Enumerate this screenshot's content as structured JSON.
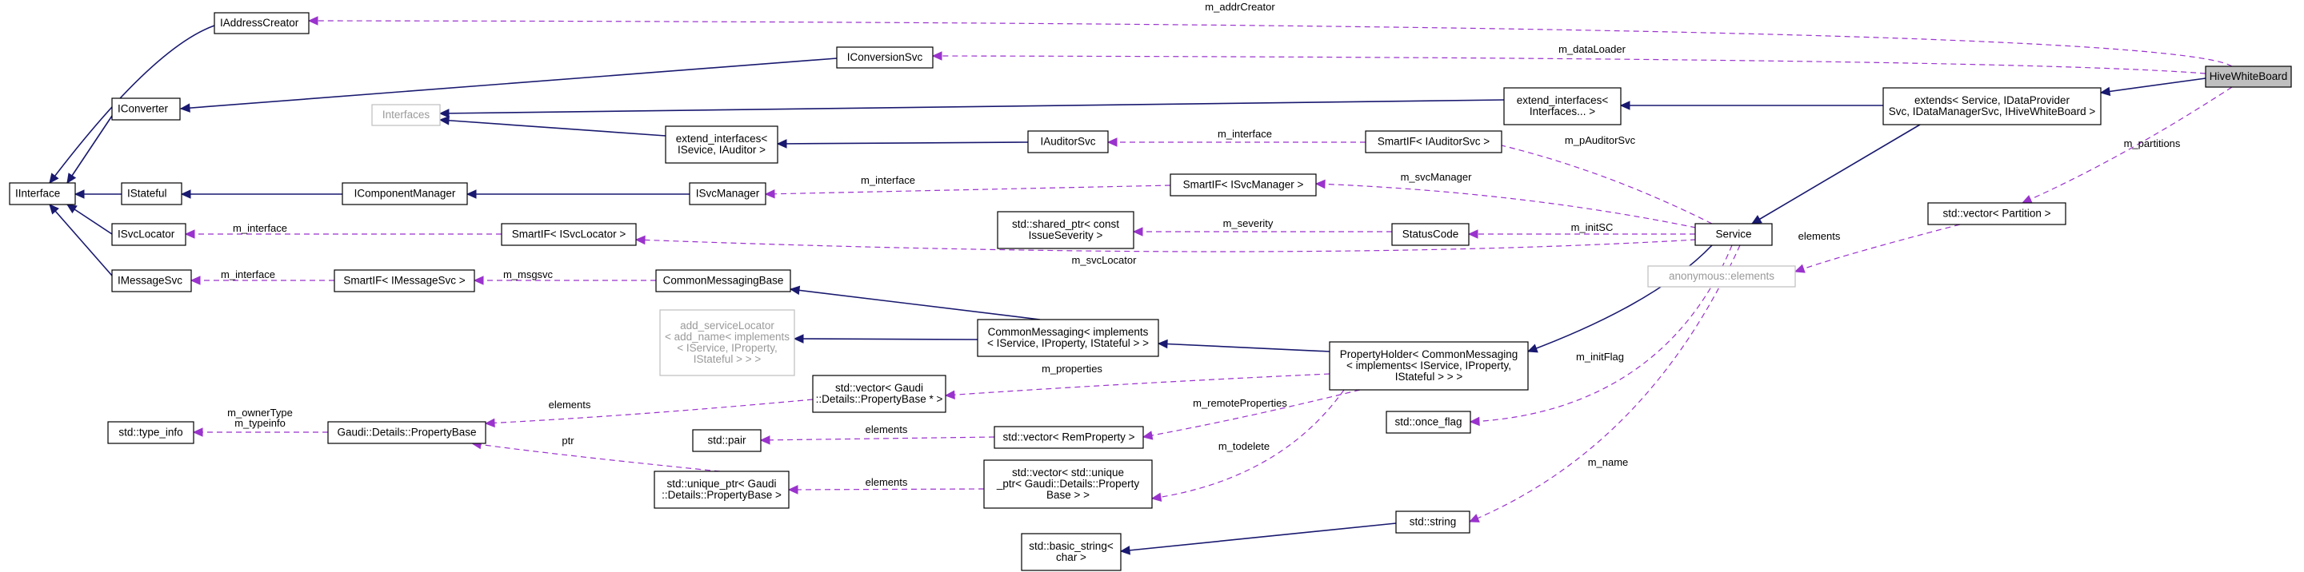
{
  "nodes": [
    {
      "id": "IAddressCreator",
      "lines": [
        "IAddressCreator"
      ]
    },
    {
      "id": "IConversionSvc",
      "lines": [
        "IConversionSvc"
      ]
    },
    {
      "id": "IConverter",
      "lines": [
        "IConverter"
      ]
    },
    {
      "id": "Interfaces",
      "lines": [
        "Interfaces"
      ],
      "style": "light"
    },
    {
      "id": "IInterface",
      "lines": [
        "IInterface"
      ]
    },
    {
      "id": "IStateful",
      "lines": [
        "IStateful"
      ]
    },
    {
      "id": "IComponentManager",
      "lines": [
        "IComponentManager"
      ]
    },
    {
      "id": "ISvcManager",
      "lines": [
        "ISvcManager"
      ]
    },
    {
      "id": "ISvcLocator",
      "lines": [
        "ISvcLocator"
      ]
    },
    {
      "id": "IMessageSvc",
      "lines": [
        "IMessageSvc"
      ]
    },
    {
      "id": "ext_IAuditor",
      "lines": [
        "extend_interfaces<",
        "ISevice, IAuditor >"
      ]
    },
    {
      "id": "IAuditorSvc",
      "lines": [
        "IAuditorSvc"
      ]
    },
    {
      "id": "SmartIF_IAuditorSvc",
      "lines": [
        "SmartIF< IAuditorSvc >"
      ]
    },
    {
      "id": "SmartIF_ISvcManager",
      "lines": [
        "SmartIF< ISvcManager >"
      ]
    },
    {
      "id": "SmartIF_ISvcLocator",
      "lines": [
        "SmartIF< ISvcLocator >"
      ]
    },
    {
      "id": "SmartIF_IMessageSvc",
      "lines": [
        "SmartIF< IMessageSvc >"
      ]
    },
    {
      "id": "CommonMessagingBase",
      "lines": [
        "CommonMessagingBase"
      ]
    },
    {
      "id": "shared_ptr_Issue",
      "lines": [
        "std::shared_ptr< const",
        "IssueSeverity >"
      ]
    },
    {
      "id": "StatusCode",
      "lines": [
        "StatusCode"
      ]
    },
    {
      "id": "ext_Interfaces",
      "lines": [
        "extend_interfaces<",
        "Interfaces... >"
      ]
    },
    {
      "id": "extends_Service",
      "lines": [
        "extends< Service, IDataProvider",
        "Svc, IDataManagerSvc, IHiveWhiteBoard >"
      ]
    },
    {
      "id": "HiveWhiteBoard",
      "lines": [
        "HiveWhiteBoard"
      ],
      "style": "focus"
    },
    {
      "id": "Service",
      "lines": [
        "Service"
      ]
    },
    {
      "id": "vector_Partition",
      "lines": [
        "std::vector< Partition >"
      ]
    },
    {
      "id": "anon_elements",
      "lines": [
        "anonymous::elements"
      ],
      "style": "light"
    },
    {
      "id": "add_serviceLocator",
      "lines": [
        "add_serviceLocator",
        "< add_name< implements",
        "< IService, IProperty,",
        "IStateful > > >"
      ],
      "style": "light"
    },
    {
      "id": "CommonMessaging",
      "lines": [
        "CommonMessaging< implements",
        "< IService, IProperty, IStateful > >"
      ]
    },
    {
      "id": "PropertyHolder",
      "lines": [
        "PropertyHolder< CommonMessaging",
        "< implements< IService, IProperty,",
        "IStateful > > >"
      ]
    },
    {
      "id": "vector_PropertyBase",
      "lines": [
        "std::vector< Gaudi",
        "::Details::PropertyBase * >"
      ]
    },
    {
      "id": "type_info",
      "lines": [
        "std::type_info"
      ]
    },
    {
      "id": "PropertyBase",
      "lines": [
        "Gaudi::Details::PropertyBase"
      ]
    },
    {
      "id": "std_pair",
      "lines": [
        "std::pair"
      ]
    },
    {
      "id": "vector_RemProperty",
      "lines": [
        "std::vector< RemProperty >"
      ]
    },
    {
      "id": "unique_ptr_PB",
      "lines": [
        "std::unique_ptr< Gaudi",
        "::Details::PropertyBase >"
      ]
    },
    {
      "id": "vector_unique_ptr",
      "lines": [
        "std::vector< std::unique",
        "_ptr< Gaudi::Details::Property",
        "Base > >"
      ]
    },
    {
      "id": "once_flag",
      "lines": [
        "std::once_flag"
      ]
    },
    {
      "id": "std_string",
      "lines": [
        "std::string"
      ]
    },
    {
      "id": "basic_string",
      "lines": [
        "std::basic_string<",
        "char >"
      ]
    }
  ],
  "edges": [
    {
      "from": "IConversionSvc",
      "to": "IConverter",
      "kind": "inherit"
    },
    {
      "from": "IAddressCreator",
      "to": "IInterface",
      "kind": "inherit"
    },
    {
      "from": "IConverter",
      "to": "IInterface",
      "kind": "inherit"
    },
    {
      "from": "IStateful",
      "to": "IInterface",
      "kind": "inherit"
    },
    {
      "from": "ISvcLocator",
      "to": "IInterface",
      "kind": "inherit"
    },
    {
      "from": "IMessageSvc",
      "to": "IInterface",
      "kind": "inherit"
    },
    {
      "from": "IComponentManager",
      "to": "IStateful",
      "kind": "inherit"
    },
    {
      "from": "ISvcManager",
      "to": "IComponentManager",
      "kind": "inherit"
    },
    {
      "from": "ext_Interfaces",
      "to": "Interfaces",
      "kind": "inherit"
    },
    {
      "from": "ext_IAuditor",
      "to": "Interfaces",
      "kind": "inherit"
    },
    {
      "from": "IAuditorSvc",
      "to": "ext_IAuditor",
      "kind": "inherit"
    },
    {
      "from": "extends_Service",
      "to": "ext_Interfaces",
      "kind": "inherit"
    },
    {
      "from": "HiveWhiteBoard",
      "to": "extends_Service",
      "kind": "inherit"
    },
    {
      "from": "extends_Service",
      "to": "Service",
      "kind": "inherit"
    },
    {
      "from": "CommonMessaging",
      "to": "CommonMessagingBase",
      "kind": "inherit"
    },
    {
      "from": "CommonMessaging",
      "to": "add_serviceLocator",
      "kind": "inherit"
    },
    {
      "from": "PropertyHolder",
      "to": "CommonMessaging",
      "kind": "inherit"
    },
    {
      "from": "Service",
      "to": "PropertyHolder",
      "kind": "inherit"
    },
    {
      "from": "std_string",
      "to": "basic_string",
      "kind": "inherit"
    },
    {
      "from": "HiveWhiteBoard",
      "to": "IAddressCreator",
      "kind": "use",
      "label": "m_addrCreator"
    },
    {
      "from": "HiveWhiteBoard",
      "to": "IConversionSvc",
      "kind": "use",
      "label": "m_dataLoader"
    },
    {
      "from": "HiveWhiteBoard",
      "to": "vector_Partition",
      "kind": "use",
      "label": "m_partitions"
    },
    {
      "from": "vector_Partition",
      "to": "anon_elements",
      "kind": "use",
      "label": "elements"
    },
    {
      "from": "SmartIF_IAuditorSvc",
      "to": "IAuditorSvc",
      "kind": "use",
      "label": "m_interface"
    },
    {
      "from": "SmartIF_ISvcManager",
      "to": "ISvcManager",
      "kind": "use",
      "label": "m_interface"
    },
    {
      "from": "SmartIF_ISvcLocator",
      "to": "ISvcLocator",
      "kind": "use",
      "label": "m_interface"
    },
    {
      "from": "SmartIF_IMessageSvc",
      "to": "IMessageSvc",
      "kind": "use",
      "label": "m_interface"
    },
    {
      "from": "CommonMessagingBase",
      "to": "SmartIF_IMessageSvc",
      "kind": "use",
      "label": "m_msgsvc"
    },
    {
      "from": "Service",
      "to": "SmartIF_IAuditorSvc",
      "kind": "use",
      "label": "m_pAuditorSvc"
    },
    {
      "from": "Service",
      "to": "SmartIF_ISvcManager",
      "kind": "use",
      "label": "m_svcManager"
    },
    {
      "from": "Service",
      "to": "StatusCode",
      "kind": "use",
      "label": "m_initSC"
    },
    {
      "from": "Service",
      "to": "SmartIF_ISvcLocator",
      "kind": "use",
      "label": "m_svcLocator"
    },
    {
      "from": "StatusCode",
      "to": "shared_ptr_Issue",
      "kind": "use",
      "label": "m_severity"
    },
    {
      "from": "Service",
      "to": "once_flag",
      "kind": "use",
      "label": "m_initFlag"
    },
    {
      "from": "Service",
      "to": "std_string",
      "kind": "use",
      "label": "m_name"
    },
    {
      "from": "PropertyHolder",
      "to": "vector_PropertyBase",
      "kind": "use",
      "label": "m_properties"
    },
    {
      "from": "PropertyHolder",
      "to": "vector_RemProperty",
      "kind": "use",
      "label": "m_remoteProperties"
    },
    {
      "from": "PropertyHolder",
      "to": "vector_unique_ptr",
      "kind": "use",
      "label": "m_todelete"
    },
    {
      "from": "vector_PropertyBase",
      "to": "PropertyBase",
      "kind": "use",
      "label": "elements"
    },
    {
      "from": "vector_RemProperty",
      "to": "std_pair",
      "kind": "use",
      "label": "elements"
    },
    {
      "from": "vector_unique_ptr",
      "to": "unique_ptr_PB",
      "kind": "use",
      "label": "elements"
    },
    {
      "from": "unique_ptr_PB",
      "to": "PropertyBase",
      "kind": "use",
      "label": "ptr"
    },
    {
      "from": "PropertyBase",
      "to": "type_info",
      "kind": "use",
      "label": "m_ownerType\nm_typeinfo"
    }
  ]
}
